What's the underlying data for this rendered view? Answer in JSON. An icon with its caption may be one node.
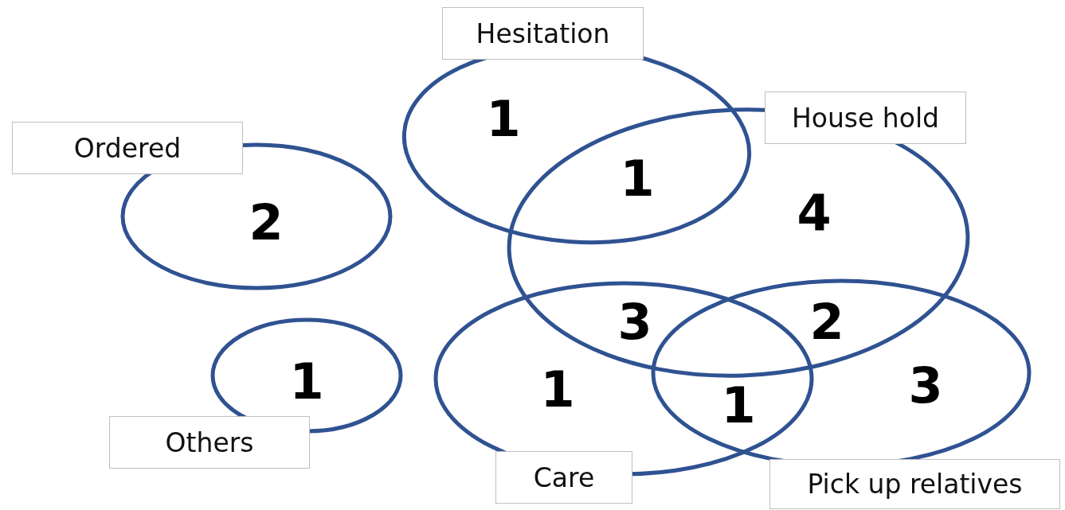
{
  "diagram": {
    "nodes": [
      {
        "text": [
          "Hesitation"
        ]
      },
      {
        "text": [
          "House hold"
        ]
      },
      {
        "text": [
          "Ordered"
        ]
      },
      {
        "text": [
          "Others"
        ]
      },
      {
        "text": [
          "Care"
        ]
      },
      {
        "text": [
          "Pick up relatives"
        ]
      }
    ],
    "labels": [
      "1",
      "1",
      "2",
      "4",
      "3",
      "2",
      "1",
      "1",
      "3",
      "1"
    ]
  }
}
